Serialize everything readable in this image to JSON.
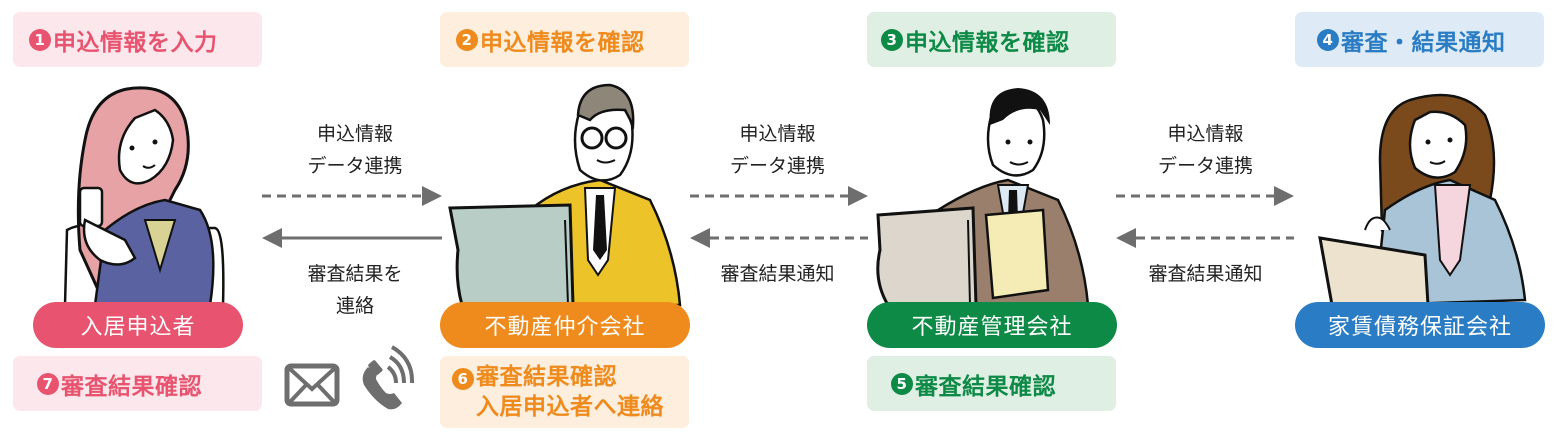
{
  "colors": {
    "pink": "#e8546f",
    "pink_bg": "#fce8ec",
    "orange": "#ef8a1c",
    "orange_bg": "#fdeedd",
    "green": "#0e8a47",
    "green_bg": "#dfefe4",
    "blue": "#2a7dc4",
    "blue_bg": "#deebf6",
    "arrow": "#6e6e6e"
  },
  "steps": {
    "s1": {
      "num": "1",
      "text": "申込情報を入力"
    },
    "s2": {
      "num": "2",
      "text": "申込情報を確認"
    },
    "s3": {
      "num": "3",
      "text": "申込情報を確認"
    },
    "s4": {
      "num": "4",
      "text": "審査・結果通知"
    },
    "s5": {
      "num": "5",
      "text": "審査結果確認"
    },
    "s6": {
      "num": "6",
      "text": "審査結果確認",
      "text2": "入居申込者へ連絡"
    },
    "s7": {
      "num": "7",
      "text": "審査結果確認"
    }
  },
  "actors": [
    {
      "name": "入居申込者",
      "illustration": "woman-with-smartphone"
    },
    {
      "name": "不動産仲介会社",
      "illustration": "man-with-glasses-at-computer"
    },
    {
      "name": "不動産管理会社",
      "illustration": "man-with-documents-at-computer"
    },
    {
      "name": "家賃債務保証会社",
      "illustration": "woman-at-laptop"
    }
  ],
  "flows": [
    {
      "forward_line1": "申込情報",
      "forward_line2": "データ連携",
      "back_line1": "審査結果を",
      "back_line2": "連絡"
    },
    {
      "forward_line1": "申込情報",
      "forward_line2": "データ連携",
      "back_line1": "審査結果通知"
    },
    {
      "forward_line1": "申込情報",
      "forward_line2": "データ連携",
      "back_line1": "審査結果通知"
    }
  ],
  "contact_icons": [
    "mail-icon",
    "phone-icon"
  ]
}
